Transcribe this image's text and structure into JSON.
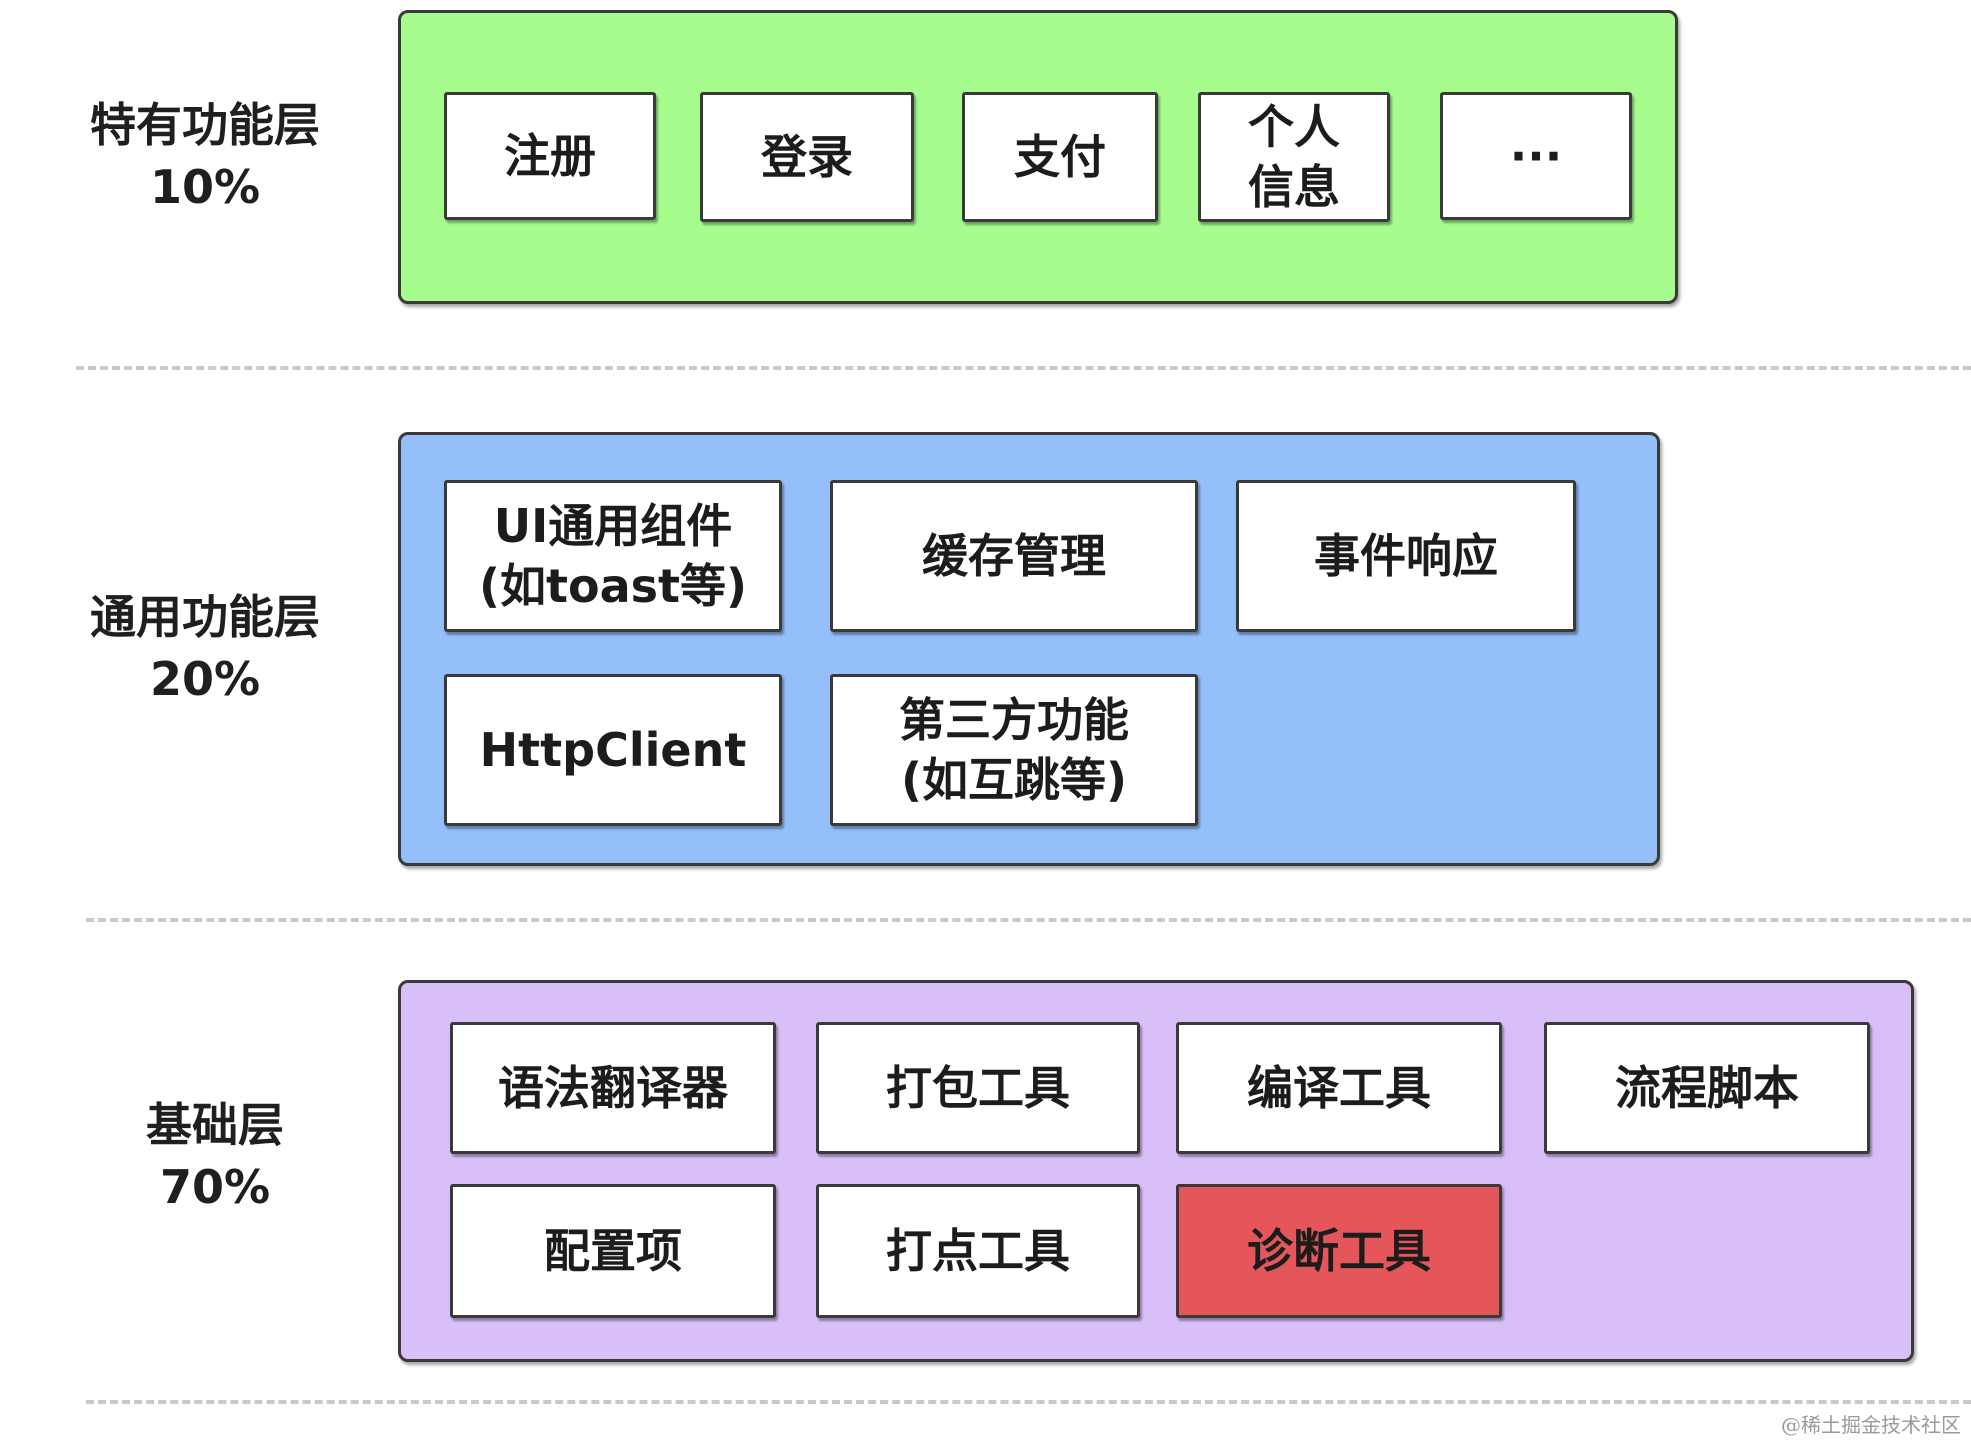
{
  "layers": [
    {
      "name": "特有功能层",
      "percent": "10%",
      "modules": [
        "注册",
        "登录",
        "支付",
        "个人\n信息",
        "···"
      ]
    },
    {
      "name": "通用功能层",
      "percent": "20%",
      "modules": [
        "UI通用组件\n(如toast等)",
        "缓存管理",
        "事件响应",
        "HttpClient",
        "第三方功能\n(如互跳等)"
      ]
    },
    {
      "name": "基础层",
      "percent": "70%",
      "modules": [
        "语法翻译器",
        "打包工具",
        "编译工具",
        "流程脚本",
        "配置项",
        "打点工具",
        "诊断工具"
      ]
    }
  ],
  "watermark": "@稀土掘金技术社区",
  "colors": {
    "layer_specific": "#a6fd8e",
    "layer_common": "#94bffa",
    "layer_base": "#d9bff8",
    "highlight_module": "#e5565b"
  }
}
